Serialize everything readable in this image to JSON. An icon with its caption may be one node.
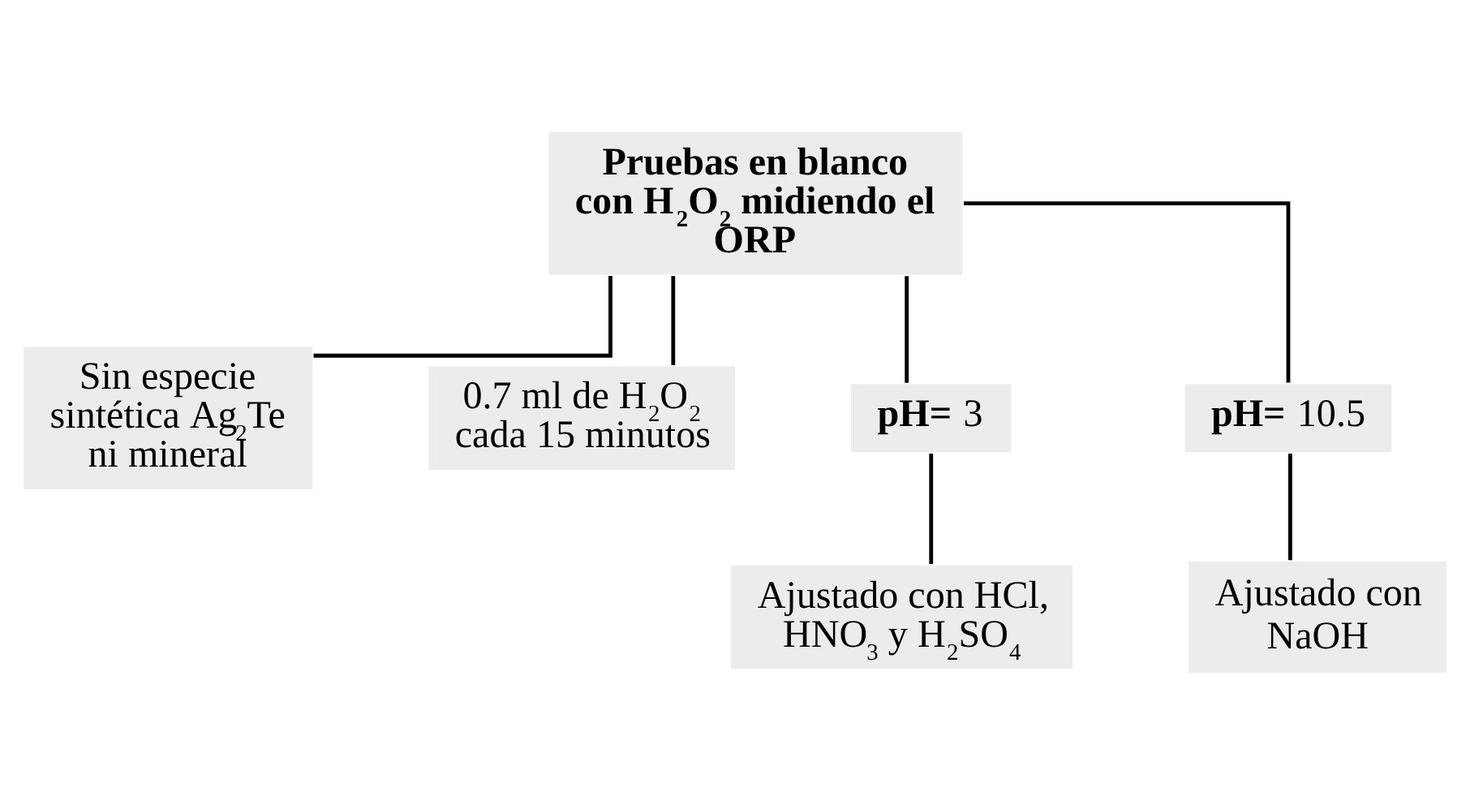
{
  "diagram": {
    "nodes": [
      {
        "text": [
          "Pruebas en blanco con H$_{2}$O$_{2}$ midiendo el ORP"
        ]
      },
      {
        "text": [
          "Sin especie sintética Ag$_{2}$Te ni mineral"
        ]
      },
      {
        "text": [
          "0.7 ml de H$_{2}$O$_{2}$ cada 15 minutos"
        ]
      },
      {
        "text": [
          "**pH=** 3"
        ]
      },
      {
        "text": [
          "**pH=** 10.5"
        ]
      },
      {
        "text": [
          "Ajustado con HCl, HNO$_{3}$ y H$_{2}$SO$_{4}$"
        ]
      },
      {
        "text": [
          "Ajustado con NaOH"
        ]
      }
    ],
    "edges": [
      {
        "from": 0,
        "to": 1,
        "arrow": "none"
      },
      {
        "from": 0,
        "to": 2,
        "arrow": "none"
      },
      {
        "from": 0,
        "to": 3,
        "arrow": "none"
      },
      {
        "from": 0,
        "to": 4,
        "arrow": "none"
      },
      {
        "from": 3,
        "to": 5,
        "arrow": "none"
      },
      {
        "from": 4,
        "to": 6,
        "arrow": "none"
      }
    ]
  }
}
